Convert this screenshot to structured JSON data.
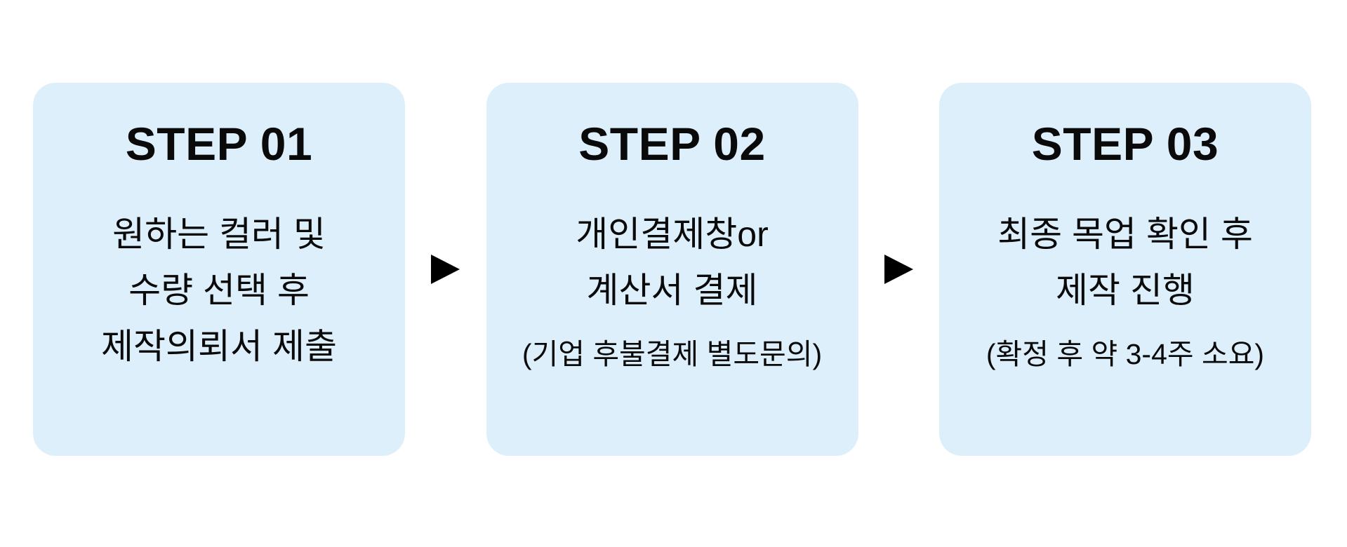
{
  "colors": {
    "page_bg": "#FFFFFF",
    "card_bg": "#DEEFFC",
    "text": "#0A0A0A",
    "arrow": "#000000"
  },
  "icons": {
    "arrow-right-icon": "▶"
  },
  "steps": [
    {
      "title": "STEP 01",
      "lines": [
        "원하는 컬러 및",
        "수량 선택 후",
        "제작의뢰서 제출"
      ],
      "note": ""
    },
    {
      "title": "STEP 02",
      "lines": [
        "개인결제창or",
        "계산서 결제"
      ],
      "note": "(기업 후불결제 별도문의)"
    },
    {
      "title": "STEP 03",
      "lines": [
        "최종 목업 확인 후",
        "제작 진행"
      ],
      "note": "(확정 후 약 3-4주 소요)"
    }
  ]
}
